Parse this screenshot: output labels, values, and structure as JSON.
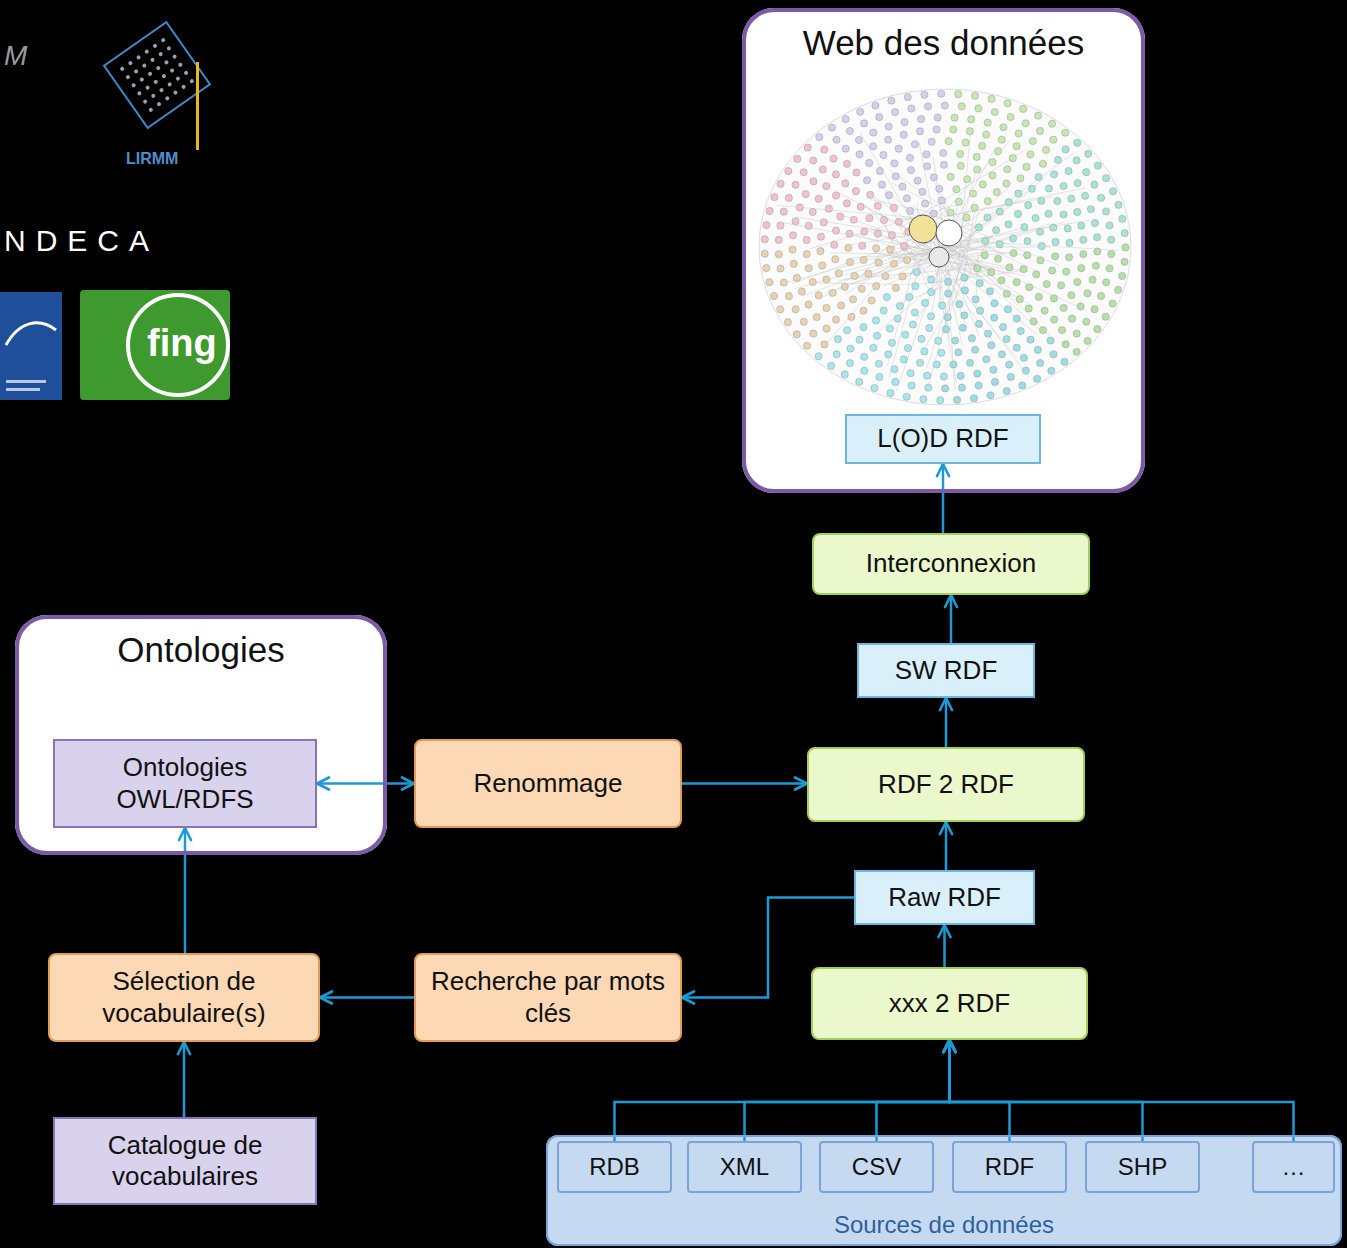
{
  "diagram": {
    "nodes": [
      {
        "text": [
          "Web des données"
        ]
      },
      {
        "text": [
          "L(O)D RDF"
        ],
        "in": 0
      },
      {
        "text": [
          "Interconnexion"
        ]
      },
      {
        "text": [
          "SW RDF"
        ]
      },
      {
        "text": [
          "Ontologies"
        ]
      },
      {
        "text": [
          "Ontologies OWL/RDFS"
        ],
        "in": 4
      },
      {
        "text": [
          "Renommage"
        ]
      },
      {
        "text": [
          "RDF 2 RDF"
        ]
      },
      {
        "text": [
          "Raw RDF"
        ]
      },
      {
        "text": [
          "Sélection de vocabulaire(s)"
        ]
      },
      {
        "text": [
          "Recherche par mots clés"
        ]
      },
      {
        "text": [
          "xxx 2 RDF"
        ]
      },
      {
        "text": [
          "Catalogue de vocabulaires"
        ]
      },
      {
        "text": [
          "Sources de données"
        ]
      },
      {
        "text": [
          "RDB"
        ],
        "in": 13
      },
      {
        "text": [
          "XML"
        ],
        "in": 13
      },
      {
        "text": [
          "CSV"
        ],
        "in": 13
      },
      {
        "text": [
          "RDF"
        ],
        "in": 13
      },
      {
        "text": [
          "SHP"
        ],
        "in": 13
      },
      {
        "text": [
          "…"
        ],
        "in": 13
      }
    ],
    "edges": [
      {
        "from": 2,
        "to": 1,
        "arrow": "to"
      },
      {
        "from": 3,
        "to": 2,
        "arrow": "to"
      },
      {
        "from": 7,
        "to": 3,
        "arrow": "to"
      },
      {
        "from": 8,
        "to": 7,
        "arrow": "to"
      },
      {
        "from": 11,
        "to": 8,
        "arrow": "to"
      },
      {
        "from": 14,
        "to": 11,
        "arrow": "to"
      },
      {
        "from": 15,
        "to": 11,
        "arrow": "to"
      },
      {
        "from": 16,
        "to": 11,
        "arrow": "to"
      },
      {
        "from": 17,
        "to": 11,
        "arrow": "to"
      },
      {
        "from": 18,
        "to": 11,
        "arrow": "to"
      },
      {
        "from": 19,
        "to": 11,
        "arrow": "to"
      },
      {
        "from": 5,
        "to": 6,
        "arrow": "both"
      },
      {
        "from": 6,
        "to": 7,
        "arrow": "to"
      },
      {
        "from": 8,
        "to": 10,
        "arrow": "to"
      },
      {
        "from": 10,
        "to": 9,
        "arrow": "to"
      },
      {
        "from": 9,
        "to": 5,
        "arrow": "to"
      },
      {
        "from": 12,
        "to": 9,
        "arrow": "to"
      }
    ],
    "labels": [
      "M",
      "LIRMM",
      "NDECA",
      "fing"
    ]
  }
}
